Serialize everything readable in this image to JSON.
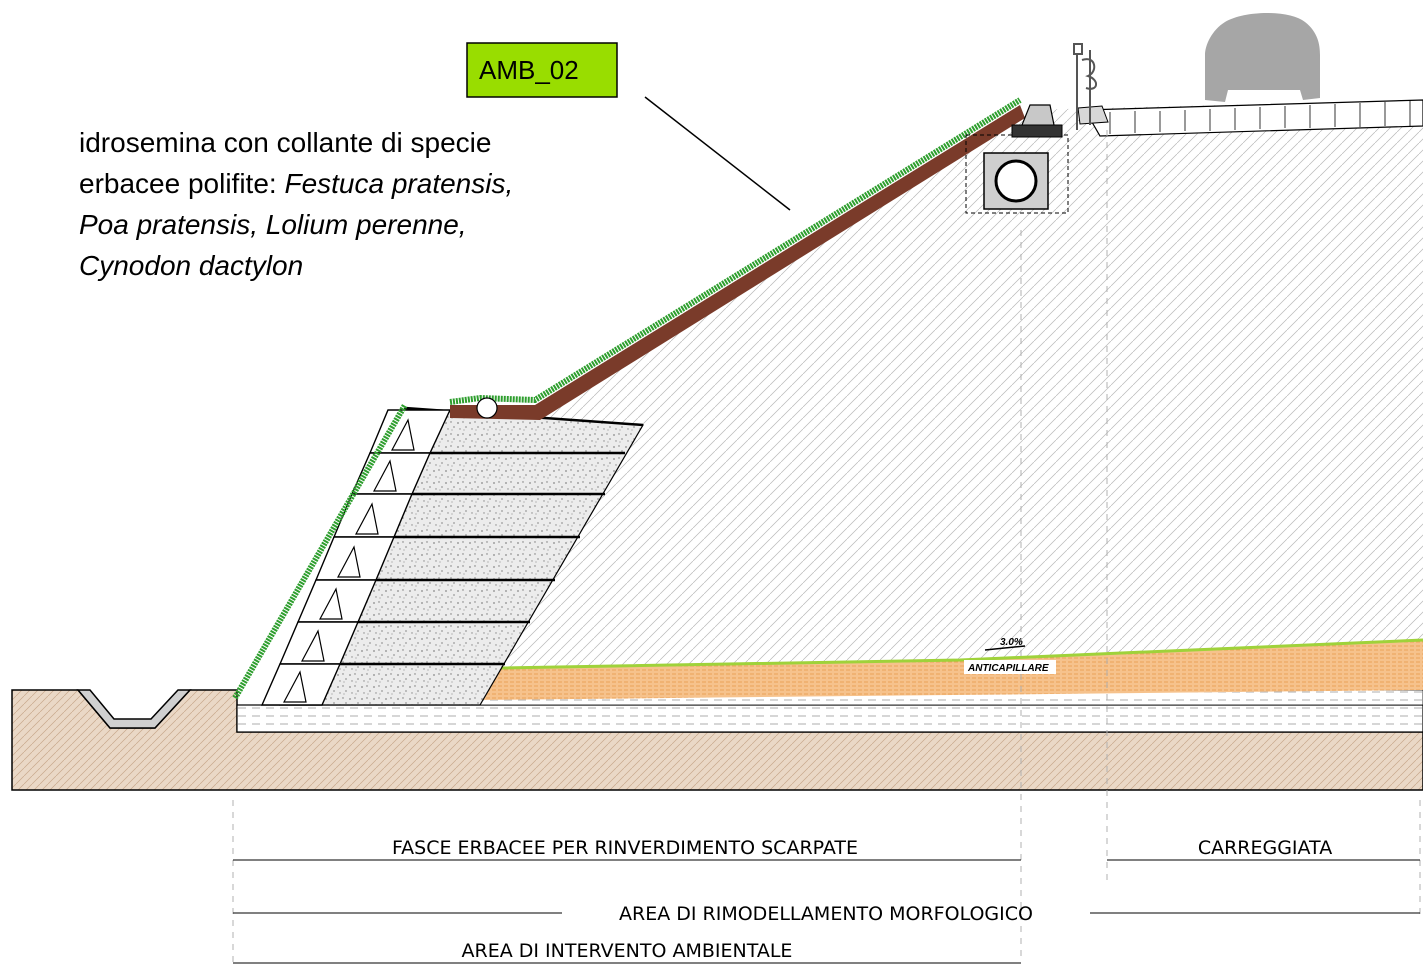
{
  "tag": {
    "label": "AMB_02",
    "color": "#99dd00"
  },
  "annotation": {
    "line1": "idrosemina con collante di specie",
    "line2_plain": "erbacee polifite: ",
    "line2_italic": "Festuca pratensis,",
    "line3": "Poa pratensis, Lolium perenne,",
    "line4": "Cynodon dactylon"
  },
  "layer_labels": {
    "slope": "3.0%",
    "capillary": "ANTICAPILLARE"
  },
  "dimensions": {
    "grass_strips": "FASCE ERBACEE PER RINVERDIMENTO SCARPATE",
    "carriageway": "CARREGGIATA",
    "remodeling_area": "AREA DI RIMODELLAMENTO MORFOLOGICO",
    "intervention_area": "AREA DI INTERVENTO AMBIENTALE"
  },
  "colors": {
    "grass": "#2e9e2e",
    "topsoil": "#7a3b2a",
    "ground": "#ead8c6",
    "capillary_layer": "#f6c28c",
    "vehicle": "#a6a6a6"
  }
}
